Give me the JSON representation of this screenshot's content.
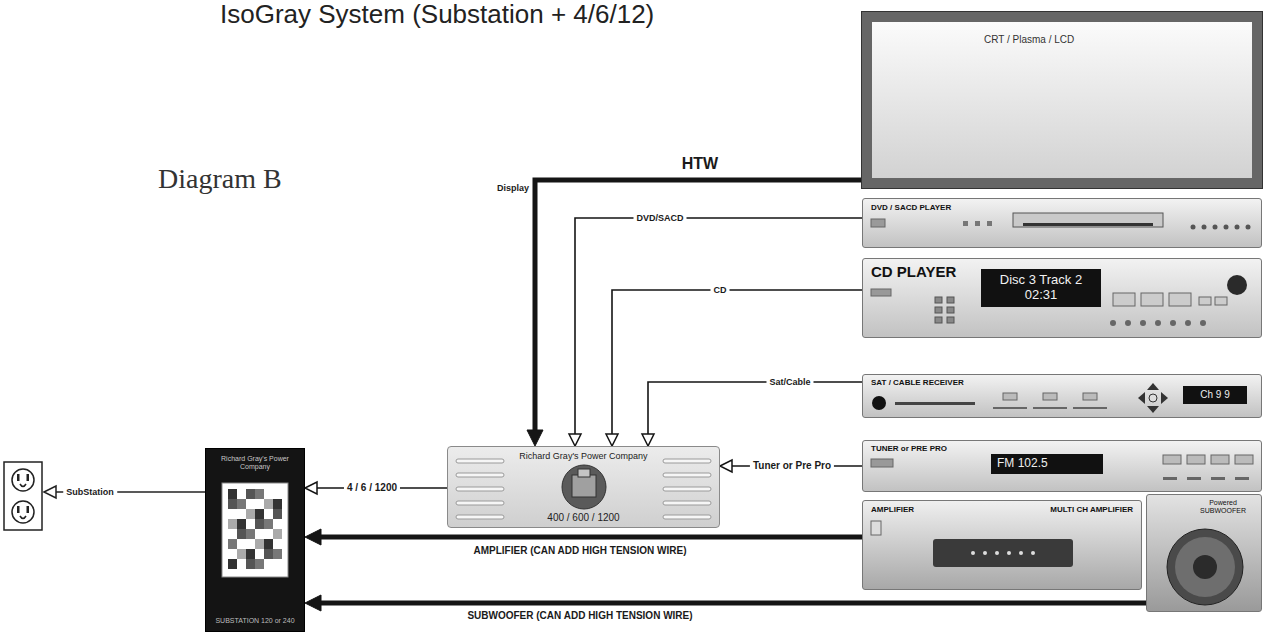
{
  "diagram": {
    "title": "IsoGray System (Substation + 4/6/12)",
    "nodes": [
      {
        "text": [
          "CRT / Plasma / LCD"
        ]
      },
      {
        "text": [
          "DVD / SACD PLAYER"
        ]
      },
      {
        "text": [
          "CD PLAYER",
          "Disc 3 Track 2 02:31"
        ]
      },
      {
        "text": [
          "SAT / CABLE RECEIVER",
          "Ch 9 9"
        ]
      },
      {
        "text": [
          "TUNER or PRE PRO",
          "FM 102.5"
        ]
      },
      {
        "text": [
          "Richard Gray's Power Company",
          "SUBSTATION 120 or 240"
        ]
      },
      {
        "text": [
          "Richard Gray's Power Company",
          "400 / 600 / 1200"
        ]
      },
      {
        "text": [
          "AMPLIFIER",
          "MULTI CH AMPLIFIER"
        ]
      },
      {
        "text": [
          "Powered SUBWOOFER"
        ]
      }
    ],
    "edges": [
      {
        "from": 0,
        "to": 6,
        "arrow": "to",
        "label": "HTW"
      },
      {
        "from": 1,
        "to": 6,
        "arrow": "to",
        "label": "DVD/SACD"
      },
      {
        "from": 2,
        "to": 6,
        "arrow": "to",
        "label": "CD"
      },
      {
        "from": 3,
        "to": 6,
        "arrow": "to",
        "label": "Sat/Cable"
      },
      {
        "from": 4,
        "to": 6,
        "arrow": "to",
        "label": "Tuner or Pre Pro"
      },
      {
        "from": 6,
        "to": 5,
        "arrow": "to",
        "label": "4 / 6 / 1200"
      },
      {
        "from": 7,
        "to": 5,
        "arrow": "to",
        "label": "AMPLIFIER (CAN ADD HIGH TENSION WIRE)"
      },
      {
        "from": 8,
        "to": 5,
        "arrow": "to",
        "label": "SUBWOOFER (CAN ADD HIGH TENSION WIRE)"
      }
    ],
    "labels": [
      "Diagram B",
      "Display",
      "SubStation"
    ]
  }
}
